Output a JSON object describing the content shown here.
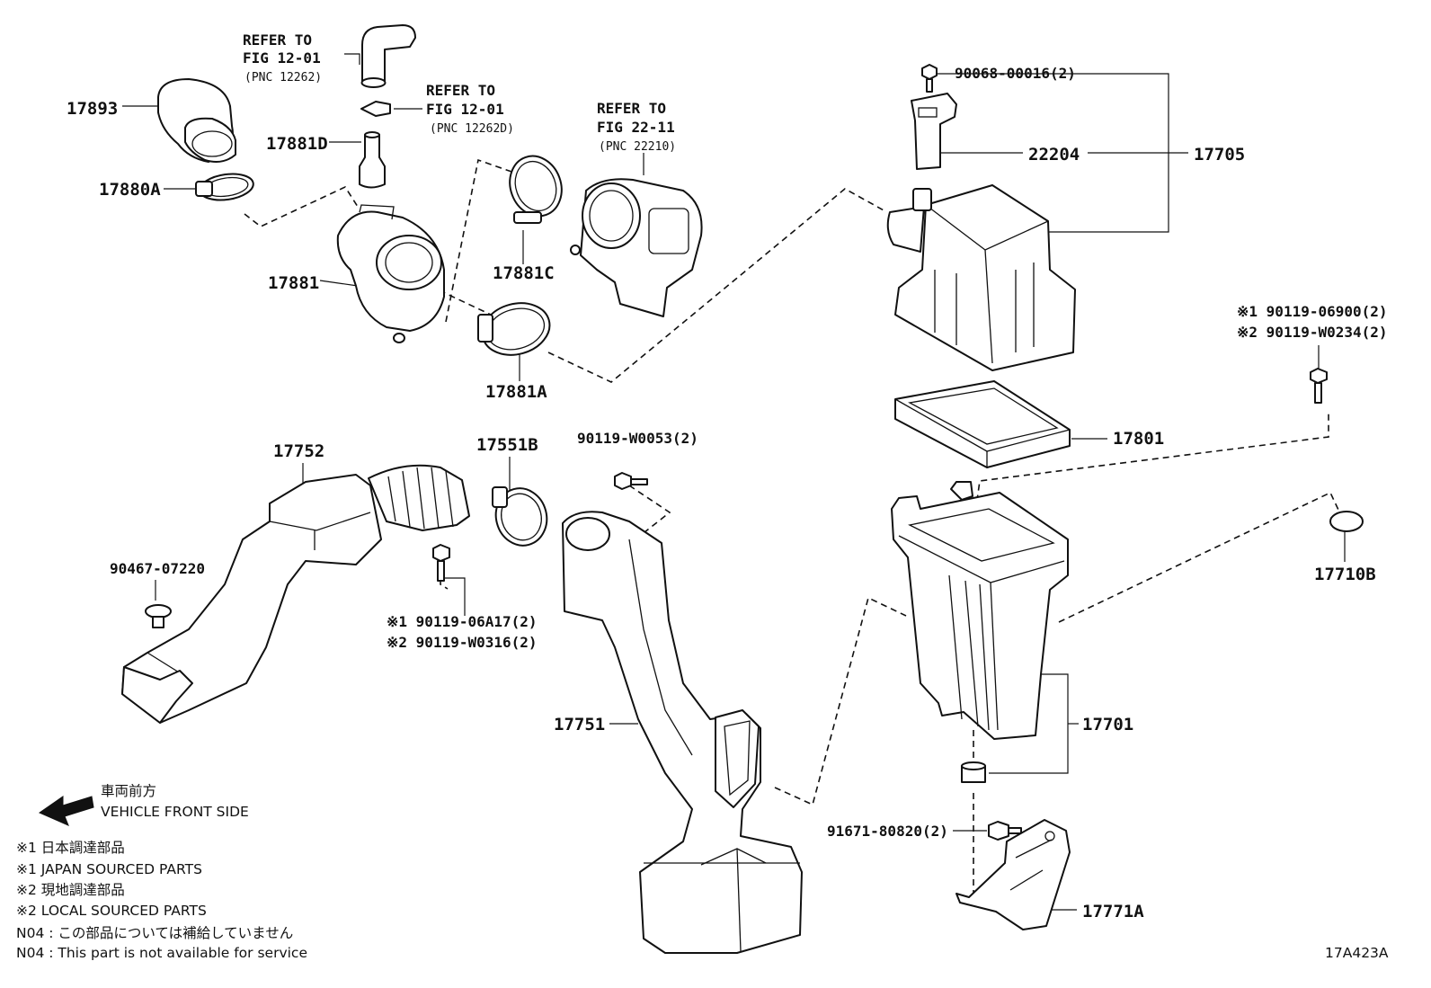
{
  "parts": {
    "p17893": "17893",
    "p17880A": "17880A",
    "p17881D": "17881D",
    "p17881": "17881",
    "p17881C": "17881C",
    "p17881A": "17881A",
    "p22204": "22204",
    "p17705": "17705",
    "p90068": "90068-00016(2)",
    "p17801": "17801",
    "p17752": "17752",
    "p17551B": "17551B",
    "p90119W0053": "90119-W0053(2)",
    "p90467": "90467-07220",
    "p06A17": "※1 90119-06A17(2)",
    "p W0316": "",
    "pW0316": "※2 90119-W0316(2)",
    "p17751": "17751",
    "p17701": "17701",
    "p91671": "91671-80820(2)",
    "p17771A": "17771A",
    "p17710B": "17710B",
    "p06900": "※1 90119-06900(2)",
    "pW0234": "※2 90119-W0234(2)"
  },
  "refs": {
    "ref1": [
      "REFER TO",
      "FIG 12-01",
      "(PNC 12262)"
    ],
    "ref2": [
      "REFER TO",
      "FIG 12-01",
      "(PNC 12262D)"
    ],
    "ref3": [
      "REFER TO",
      "FIG 22-11",
      "(PNC 22210)"
    ]
  },
  "notes": {
    "front_jp": "車両前方",
    "front_en": "VEHICLE FRONT SIDE",
    "n1_jp": "※1 日本調達部品",
    "n1_en": "※1 JAPAN SOURCED PARTS",
    "n2_jp": "※2 現地調達部品",
    "n2_en": "※2 LOCAL SOURCED PARTS",
    "n04_jp": "N04 : この部品については補給していません",
    "n04_en": "N04 : This part is not available for service"
  },
  "figure_id": "17A423A"
}
